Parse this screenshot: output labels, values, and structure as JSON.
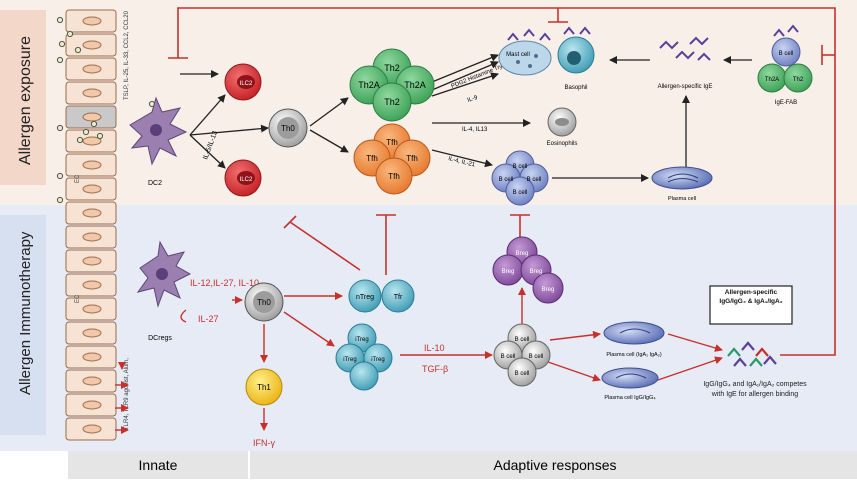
{
  "panels": {
    "top_label": "Allergen exposure",
    "bottom_label": "Allergen Immunotherapy",
    "bottom_left": "Innate",
    "bottom_right": "Adaptive responses"
  },
  "top": {
    "cytokines_ec": "TSLP, IL-25, IL-33, CCL2, CCL20",
    "ec_label": "EC",
    "dc2": "DC2",
    "il5_il13": "IL-5/IL-13",
    "ilc2": "ILC2",
    "th0": "Th0",
    "th2a": "Th2A",
    "th2": "Th2",
    "tfh": "Tfh",
    "mediators": "PDG2 Histamine Tryptase",
    "il9": "IL-9",
    "il4_il13": "IL-4, IL13",
    "il4_il21": "IL-4, IL-21",
    "mast_cell": "Mast cell",
    "basophil": "Basophil",
    "eosinophils": "Eosinophils",
    "b_cell": "B cell",
    "plasma_cell": "Plasma cell",
    "allergen_ige": "Allergen-specific IgE",
    "ige_fab": "IgE-FAB"
  },
  "bottom": {
    "dcregs": "DCregs",
    "il12_27_10": "IL-12,IL-27, IL-10",
    "il27": "IL-27",
    "th0": "Th0",
    "th1": "Th1",
    "ifn": "IFN-γ",
    "ntreg": "nTreg",
    "tfr": "Tfr",
    "itreg": "iTreg",
    "il10": "IL-10",
    "tgfb": "TGF-β",
    "breg": "Breg",
    "b_cell": "B cell",
    "plasma_iga": "Plasma cell (IgA₁ IgA₂)",
    "plasma_igg": "Plasma cell IgG/IgG₄",
    "box_text": "Allergen-specific IgG/IgG₄ & IgA₁/IgA₂",
    "compete_text": "IgG/IgG₄ and IgA₁/IgA₂ competes with IgE for allergen binding",
    "tlr_text": "TLR4, TLR9 agonist, Alum,"
  },
  "colors": {
    "top_bg": "#f8efe8",
    "bottom_bg": "#e6ebf5",
    "red_arrow": "#c8302c",
    "ilc2": "#d8262a",
    "th2": "#4db36a",
    "tfh": "#ec8a3e",
    "breg": "#8a55a6",
    "th1": "#f2c21b",
    "b_cell": "#7f8fcb"
  }
}
